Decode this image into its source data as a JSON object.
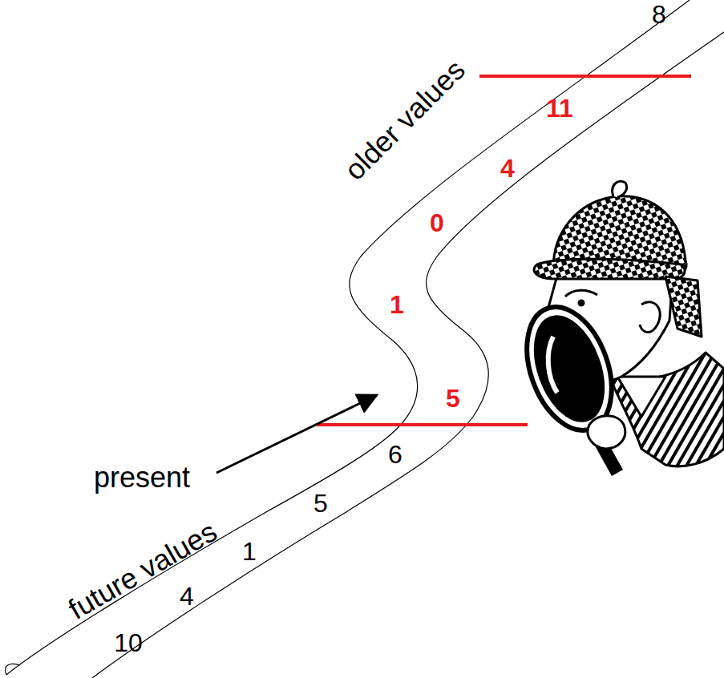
{
  "diagram": {
    "labels": [
      "8",
      "older values",
      "11",
      "4",
      "0",
      "1",
      "present",
      "5",
      "6",
      "future values",
      "5",
      "1",
      "4",
      "10"
    ]
  }
}
